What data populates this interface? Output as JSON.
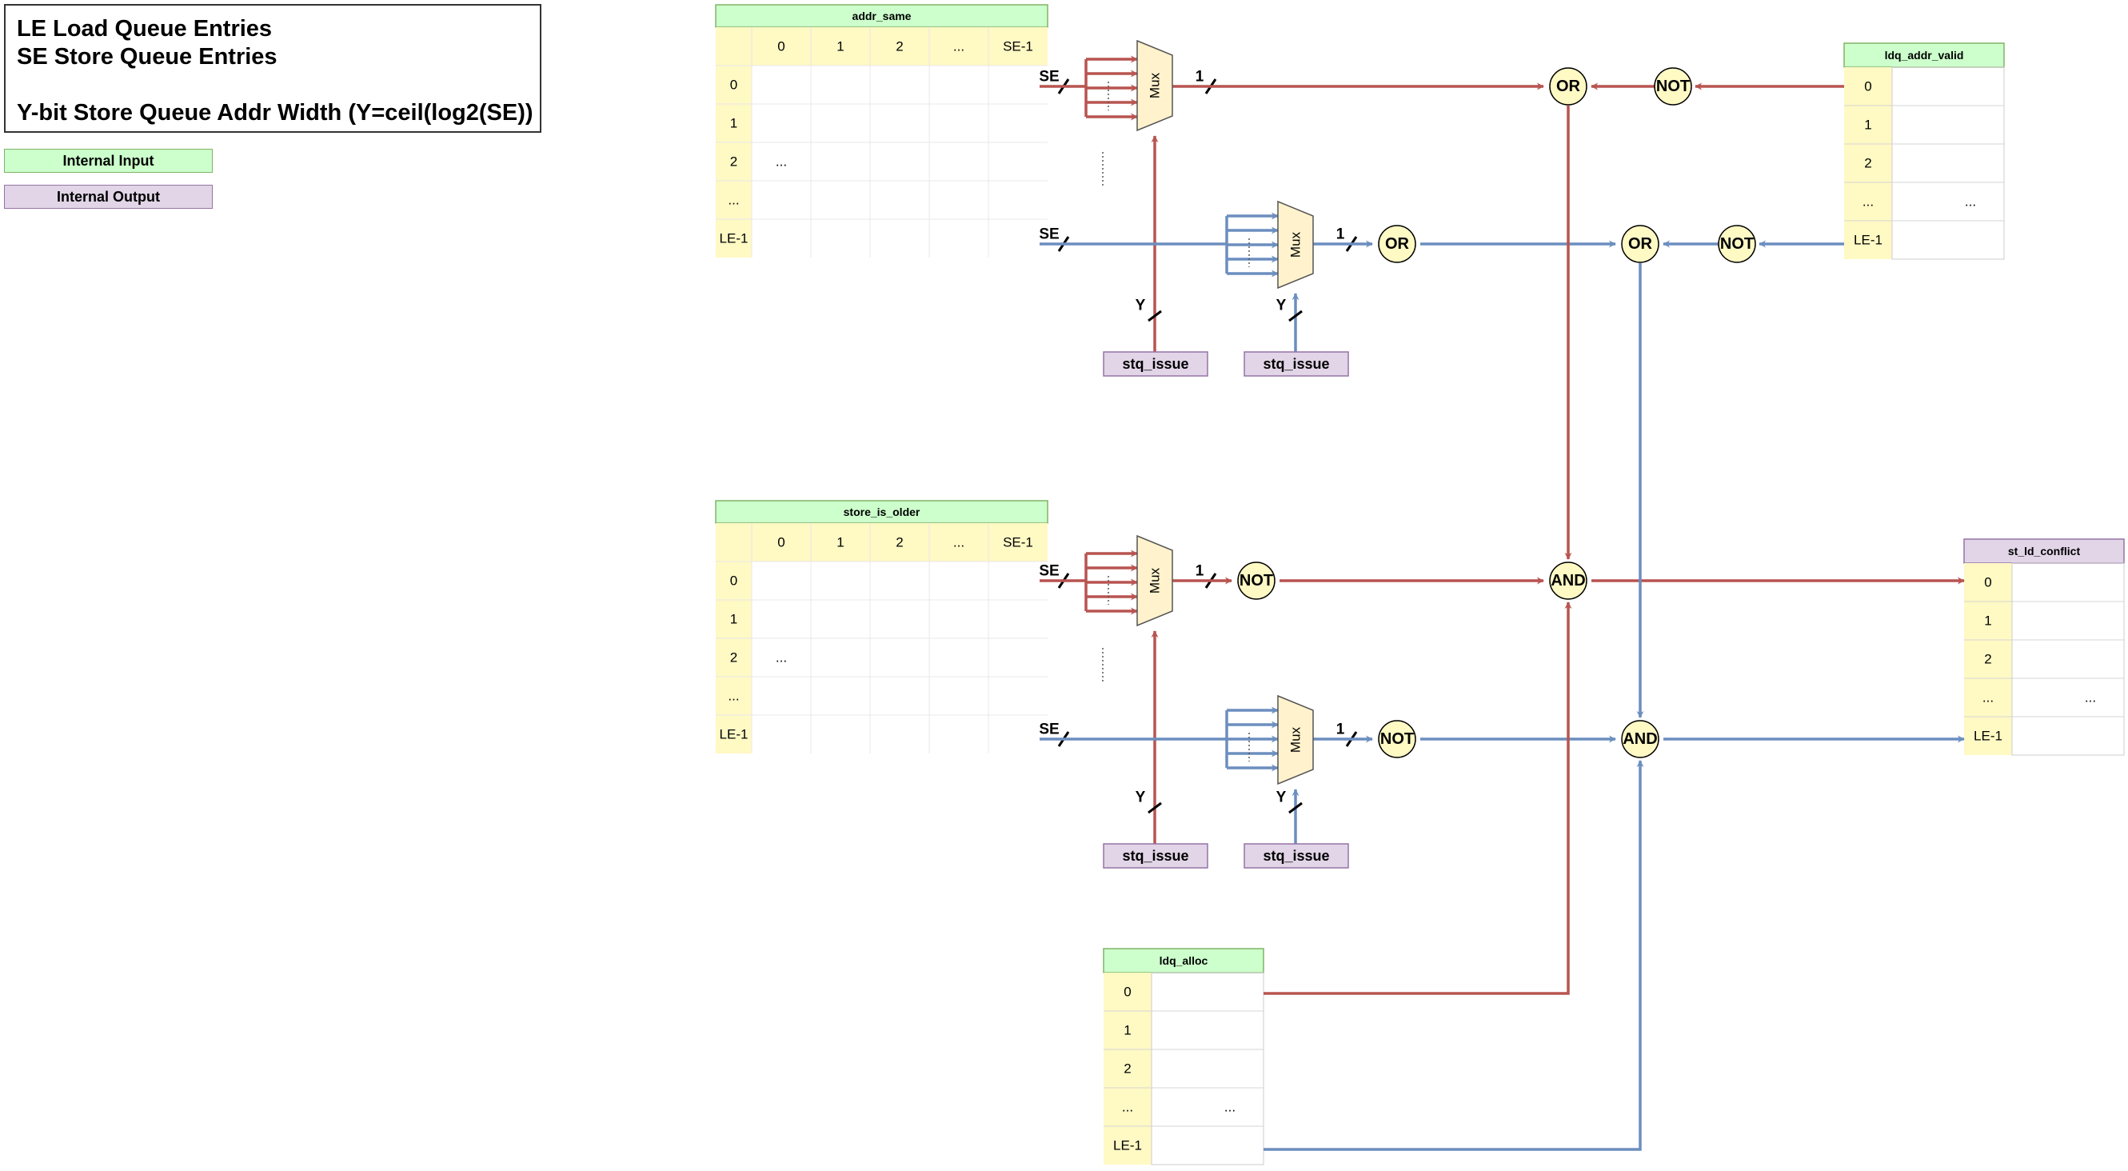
{
  "legend": {
    "line1": "LE Load Queue Entries",
    "line2": "SE Store Queue Entries",
    "line3": "Y-bit Store Queue Addr Width (Y=ceil(log2(SE))",
    "internal_input": "Internal Input",
    "internal_output": "Internal Output"
  },
  "colors": {
    "red_wire": "#b85450",
    "blue_wire": "#6c8ebf",
    "input_header": "#ccffcc",
    "output_header": "#e1d5e7",
    "index_cell": "#fff9c4",
    "mux_fill": "#fff2cc",
    "gate_fill": "#fff9c4"
  },
  "tables": {
    "addr_same": {
      "title": "addr_same",
      "col_headers": [
        "0",
        "1",
        "2",
        "...",
        "SE-1"
      ],
      "row_headers": [
        "0",
        "1",
        "2",
        "...",
        "LE-1"
      ],
      "cell_text": "..."
    },
    "store_is_older": {
      "title": "store_is_older",
      "col_headers": [
        "0",
        "1",
        "2",
        "...",
        "SE-1"
      ],
      "row_headers": [
        "0",
        "1",
        "2",
        "...",
        "LE-1"
      ],
      "cell_text": "..."
    },
    "ldq_addr_valid": {
      "title": "ldq_addr_valid",
      "rows": [
        "0",
        "1",
        "2",
        "...",
        "LE-1"
      ],
      "cell_text": "..."
    },
    "st_ld_conflict": {
      "title": "st_ld_conflict",
      "rows": [
        "0",
        "1",
        "2",
        "...",
        "LE-1"
      ],
      "cell_text": "..."
    },
    "ldq_alloc": {
      "title": "ldq_alloc",
      "rows": [
        "0",
        "1",
        "2",
        "...",
        "LE-1"
      ],
      "cell_text": "..."
    }
  },
  "labels": {
    "mux": "Mux",
    "or": "OR",
    "not": "NOT",
    "and": "AND",
    "stq_issue": "stq_issue",
    "bus_se": "SE",
    "bus_one": "1",
    "bus_y": "Y",
    "dots": "......"
  }
}
